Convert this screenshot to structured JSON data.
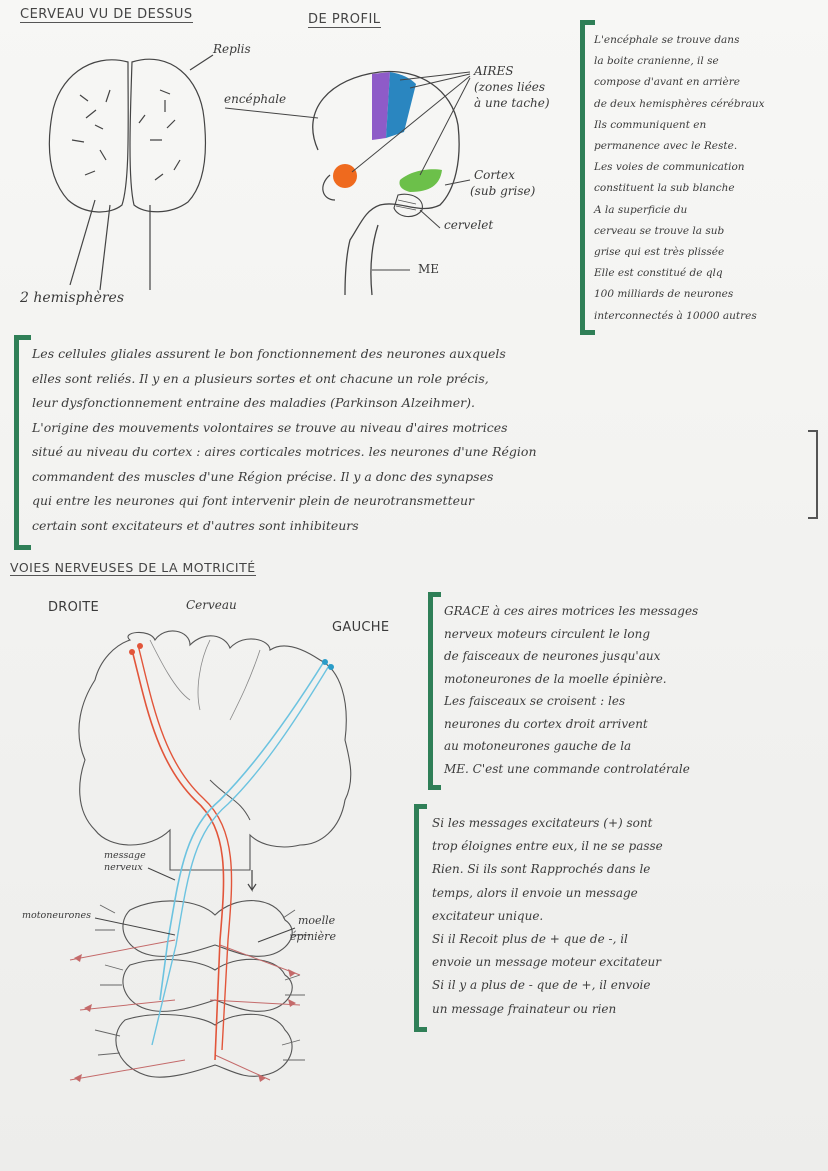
{
  "top": {
    "title_left": "CERVEAU VU DE DESSUS",
    "title_right": "DE PROFIL",
    "label_replis": "Replis",
    "label_hemispheres": "2 hemisphères",
    "label_encephale": "encéphale",
    "label_aires_1": "AIRES",
    "label_aires_2": "(zones liées",
    "label_aires_3": "à une tache)",
    "label_cortex_1": "Cortex",
    "label_cortex_2": "(sub grise)",
    "label_cervelet": "cervelet",
    "label_me": "ME",
    "note_lines": [
      "L'encéphale se trouve dans",
      "la boite cranienne, il se",
      "compose d'avant en arrière",
      "de deux hemisphères cérébraux",
      "Ils communiquent en",
      "permanence avec le Reste.",
      "Les voies de communication",
      "constituent la sub blanche",
      "A la superficie du",
      "cerveau se trouve la sub",
      "grise qui est très plissée",
      "Elle est constitué de qlq",
      "100 milliards de neurones",
      "interconnectés à 10000 autres"
    ]
  },
  "middle": {
    "lines": [
      "Les cellules gliales assurent le bon fonctionnement des neurones auxquels",
      "elles sont reliés. Il y en a plusieurs sortes et ont chacune un role précis,",
      "leur dysfonctionnement entraine des maladies (Parkinson Alzeihmer).",
      "L'origine des mouvements volontaires se trouve au niveau d'aires motrices",
      "situé au niveau du cortex : aires corticales motrices. les neurones d'une Région",
      "commandent des muscles d'une Région précise. Il y a donc des synapses",
      "qui entre les neurones qui font intervenir plein de neurotransmetteur",
      "certain sont excitateurs et d'autres sont inhibiteurs"
    ]
  },
  "bottom": {
    "title": "VOIES NERVEUSES DE LA MOTRICITÉ",
    "label_droite": "DROITE",
    "label_cerveau": "Cerveau",
    "label_gauche": "GAUCHE",
    "label_message_1": "message",
    "label_message_2": "nerveux",
    "label_motoneurones": "motoneurones",
    "label_moelle_1": "moelle",
    "label_moelle_2": "épinière",
    "note1_lines": [
      "GRACE à ces aires motrices les messages",
      "nerveux moteurs circulent le long",
      "de faisceaux de neurones jusqu'aux",
      "motoneurones de la moelle épinière.",
      "Les faisceaux se croisent : les",
      "neurones du cortex droit arrivent",
      "au motoneurones gauche de la",
      "ME. C'est une commande controlatérale"
    ],
    "note2_lines": [
      "Si les messages excitateurs (+) sont",
      "trop éloignes entre eux, il ne se passe",
      "Rien. Si ils sont Rapprochés dans le",
      "temps, alors il envoie un message",
      "excitateur unique.",
      "Si il Recoit plus de + que de -, il",
      "envoie un message moteur excitateur",
      "Si il y a plus de - que de +, il envoie",
      "un message frainateur ou rien"
    ]
  },
  "colors": {
    "purple": "#8e5bc8",
    "blue": "#2a86c0",
    "orange": "#ef6a1e",
    "green": "#6cc04a",
    "red_path": "#e2553a",
    "cyan_path": "#6cc3e0",
    "bracket_green": "#2f7f57"
  }
}
